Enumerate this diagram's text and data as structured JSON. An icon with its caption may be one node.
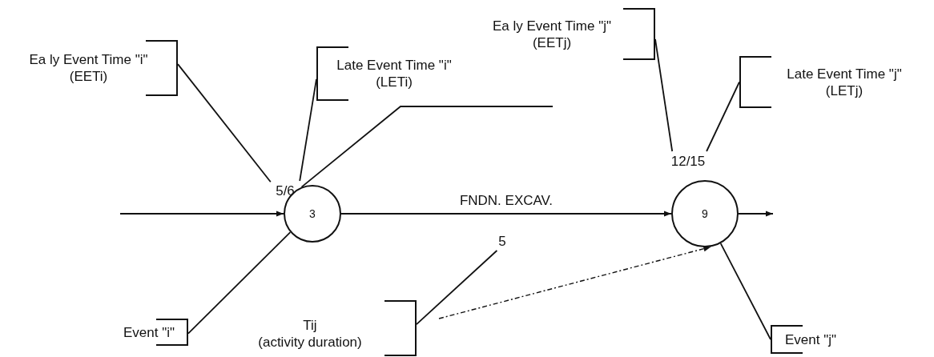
{
  "diagram": {
    "nodes": [
      {
        "text": [
          "3"
        ]
      },
      {
        "text": [
          "9"
        ]
      },
      {
        "text": [
          "5/6"
        ]
      },
      {
        "text": [
          "12/15"
        ]
      },
      {
        "text": [
          "5"
        ]
      },
      {
        "text": [
          "Ea ly Event Time \"i\"",
          "(EETi)"
        ]
      },
      {
        "text": [
          "Late Event Time \"i\"",
          "(LETi)"
        ]
      },
      {
        "text": [
          "Event \"i\""
        ]
      },
      {
        "text": [
          "Tij",
          "(activity duration)"
        ]
      },
      {
        "text": [
          "Ea ly Event Time \"j\"",
          "(EETj)"
        ]
      },
      {
        "text": [
          "Late Event Time \"j\"",
          "(LETj)"
        ]
      },
      {
        "text": [
          "Event \"j\""
        ]
      }
    ],
    "edges": [
      {
        "from": null,
        "to": 0,
        "arrow": "to"
      },
      {
        "from": 0,
        "to": 1,
        "arrow": "to",
        "label": "FNDN. EXCAV."
      },
      {
        "from": 1,
        "to": null,
        "arrow": "to"
      },
      {
        "from": null,
        "to": 1,
        "arrow": "to",
        "style": "dashed"
      },
      {
        "from": 5,
        "to": 2,
        "arrow": "none"
      },
      {
        "from": 6,
        "to": 2,
        "arrow": "none"
      },
      {
        "from": 0,
        "to": null,
        "arrow": "none"
      },
      {
        "from": 7,
        "to": 0,
        "arrow": "none"
      },
      {
        "from": 8,
        "to": 4,
        "arrow": "none"
      },
      {
        "from": 9,
        "to": 3,
        "arrow": "none"
      },
      {
        "from": 10,
        "to": 3,
        "arrow": "none"
      },
      {
        "from": 11,
        "to": 1,
        "arrow": "none"
      }
    ]
  }
}
